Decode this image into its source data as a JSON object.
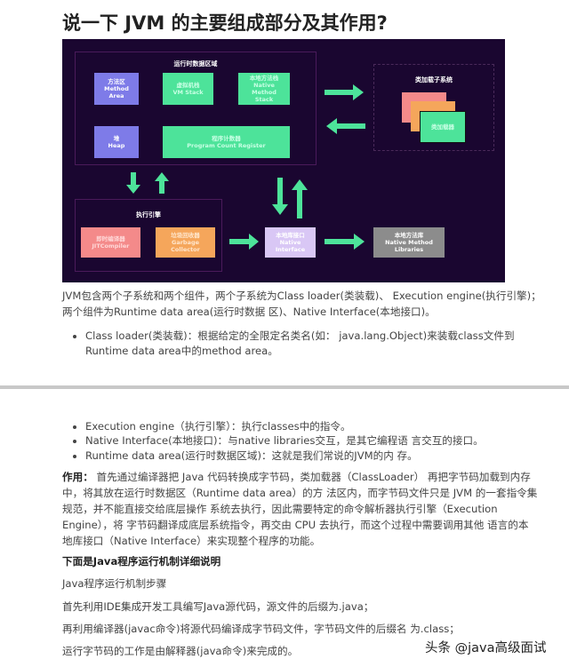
{
  "title": "说一下 JVM 的主要组成部分及其作用?",
  "diagram": {
    "runtime_area": "运行时数据区域",
    "method_area": [
      "方法区",
      "Method",
      "Area"
    ],
    "vm_stack": [
      "虚拟机栈",
      "VM Stack"
    ],
    "native_method_stack": [
      "本地方法栈",
      "Native",
      "Method",
      "Stack"
    ],
    "heap": [
      "堆",
      "Heap"
    ],
    "pc_register": [
      "程序计数器",
      "Program Count Register"
    ],
    "exec_engine": "执行引擎",
    "jit": [
      "即时编译器",
      "JITCompiler"
    ],
    "gc": [
      "垃圾回收器",
      "Garbage",
      "Collector"
    ],
    "native_interface": [
      "本地库接口",
      "Native",
      "Interface"
    ],
    "native_libs": [
      "本地方法库",
      "Native Method",
      "Libraries"
    ],
    "class_loader_subsystem": "类加载子系统",
    "class_loader": "类加载器",
    "colors": {
      "background": "#1a0630",
      "purple": "#7e7be8",
      "green": "#4de39a",
      "pink": "#f48a8a",
      "orange": "#f5a65b",
      "lilac": "#d9c7f5",
      "gray": "#8c8c8c"
    }
  },
  "intro": [
    "JVM包含两个子系统和两个组件，两个子系统为Class loader(类装载)、 Execution engine(执行引擎)；",
    "两个组件为Runtime data area(运行时数据 区)、Native Interface(本地接口)。"
  ],
  "bullet1": [
    "Class loader(类装载)：根据给定的全限定名类名(如： java.lang.Object)来装载class文件到",
    "Runtime data area中的method area。"
  ],
  "bullets": [
    "Execution engine（执行引擎）：执行classes中的指令。",
    "Native Interface(本地接口)：与native libraries交互，是其它编程语 言交互的接口。",
    "Runtime data area(运行时数据区域)：这就是我们常说的JVM的内 存。"
  ],
  "role": {
    "label": "作用：",
    "lines": [
      " 首先通过编译器把 Java 代码转换成字节码，类加载器（ClassLoader） 再把字节码加载到内存",
      "中，将其放在运行时数据区（Runtime data area）的方 法区内，而字节码文件只是 JVM 的一套指令集",
      "规范，并不能直接交给底层操作 系统去执行，因此需要特定的命令解析器执行引擎（Execution",
      "Engine），将 字节码翻译成底层系统指令，再交由 CPU 去执行，而这个过程中需要调用其他 语言的本",
      "地库接口（Native Interface）来实现整个程序的功能。"
    ]
  },
  "heading": "下面是Java程序运行机制详细说明",
  "steps": [
    "Java程序运行机制步骤",
    "首先利用IDE集成开发工具编写Java源代码，源文件的后缀为.java；",
    "再利用编译器(javac命令)将源代码编译成字节码文件，字节码文件的后缀名 为.class；",
    "运行字节码的工作是由解释器(java命令)来完成的。"
  ],
  "watermark": "头条 @java高级面试"
}
